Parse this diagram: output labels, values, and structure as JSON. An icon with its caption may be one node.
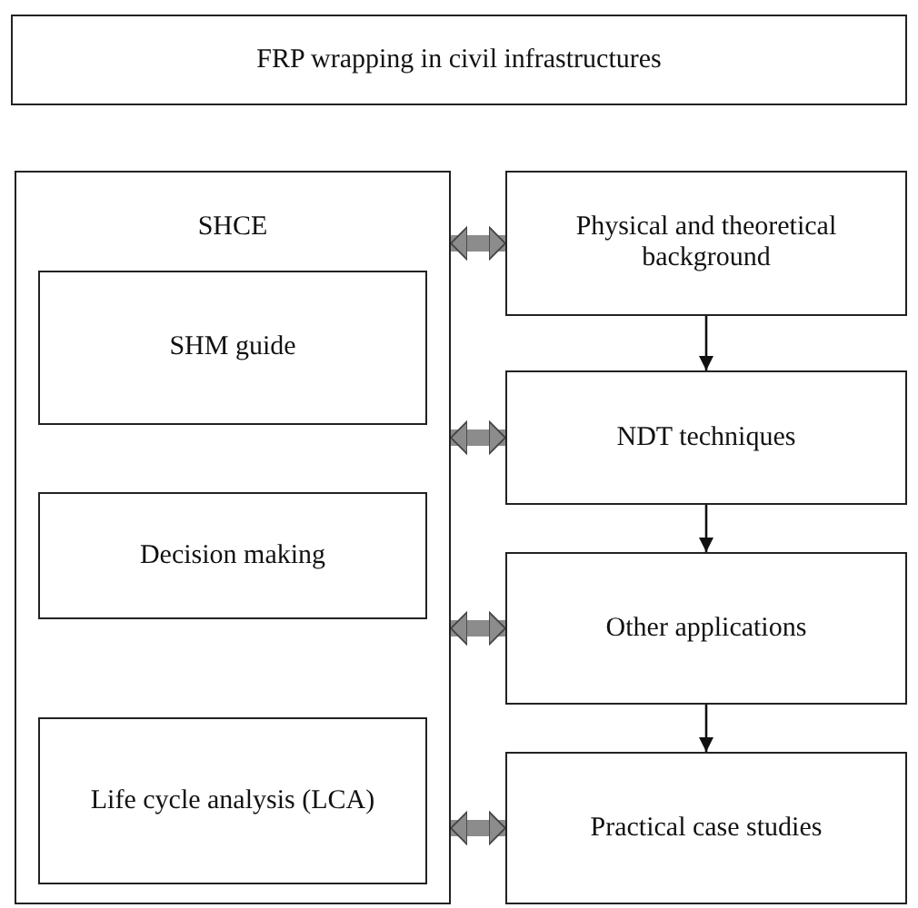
{
  "diagram": {
    "nodes": [
      {
        "text": [
          "FRP wrapping in civil infrastructures"
        ]
      },
      {
        "text": [
          "SHCE"
        ]
      },
      {
        "text": [
          "SHM guide"
        ],
        "in": 1
      },
      {
        "text": [
          "Decision making"
        ],
        "in": 1
      },
      {
        "text": [
          "Life cycle analysis (LCA)"
        ],
        "in": 1
      },
      {
        "text": [
          "Physical and theoretical background"
        ]
      },
      {
        "text": [
          "NDT techniques"
        ]
      },
      {
        "text": [
          "Other applications"
        ]
      },
      {
        "text": [
          "Practical case studies"
        ]
      }
    ],
    "edges": [
      {
        "from": 1,
        "to": 5,
        "arrow": "both"
      },
      {
        "from": 1,
        "to": 6,
        "arrow": "both"
      },
      {
        "from": 1,
        "to": 7,
        "arrow": "both"
      },
      {
        "from": 1,
        "to": 8,
        "arrow": "both"
      },
      {
        "from": 5,
        "to": 6,
        "arrow": "to",
        "color": "#111111"
      },
      {
        "from": 6,
        "to": 7,
        "arrow": "to",
        "color": "#111111"
      },
      {
        "from": 7,
        "to": 8,
        "arrow": "to",
        "color": "#111111"
      }
    ]
  }
}
